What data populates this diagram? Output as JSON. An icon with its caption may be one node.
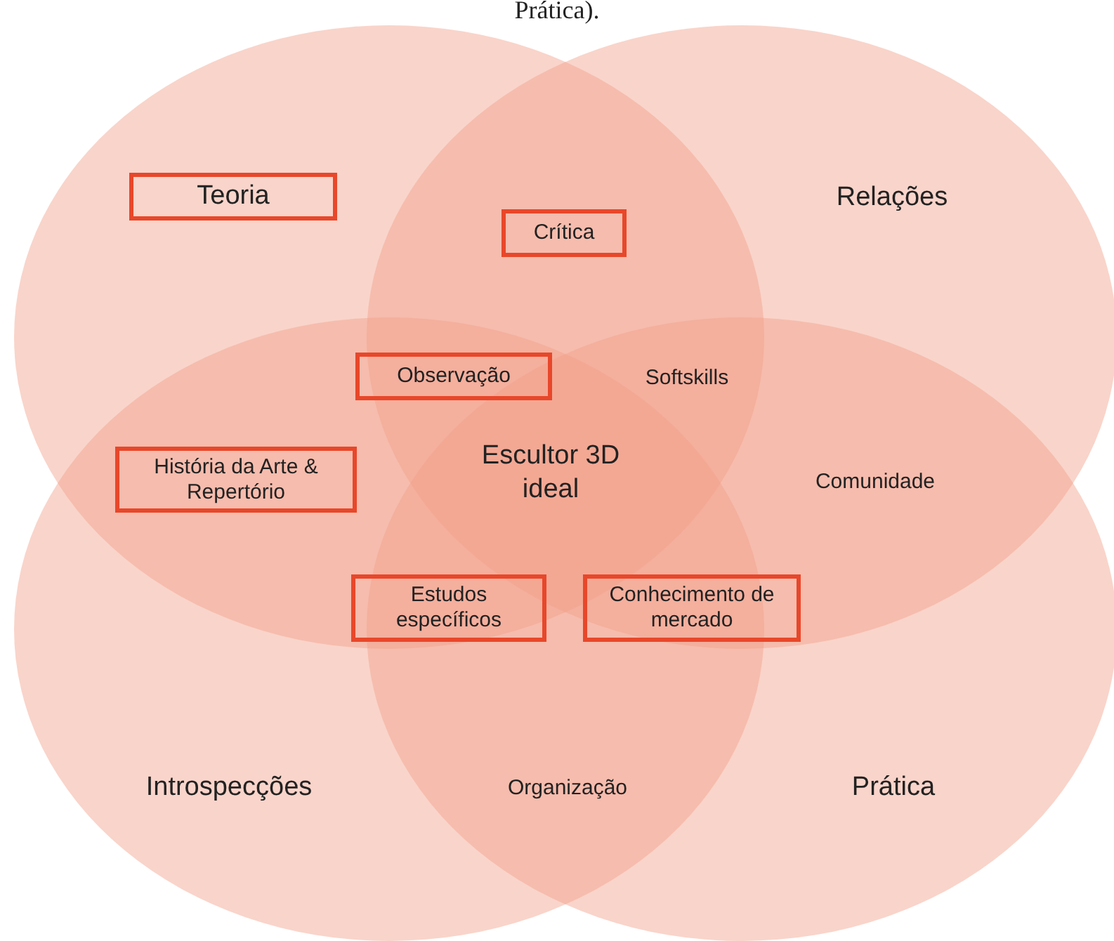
{
  "diagram": {
    "caption": "Prática).",
    "nodes": [
      {
        "text": [
          "Teoria"
        ]
      },
      {
        "text": [
          "Crítica"
        ]
      },
      {
        "text": [
          "Observação"
        ]
      },
      {
        "text": [
          "História da Arte & Repertório"
        ]
      },
      {
        "text": [
          "Estudos específicos"
        ]
      },
      {
        "text": [
          "Conhecimento de mercado"
        ]
      }
    ],
    "labels": [
      "Relações",
      "Softskills",
      "Escultor 3D ideal",
      "Comunidade",
      "Introspecções",
      "Organização",
      "Prática"
    ]
  }
}
